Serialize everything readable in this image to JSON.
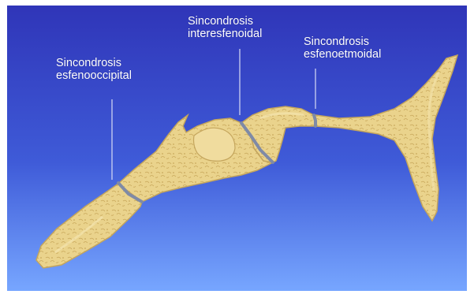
{
  "labels": {
    "esfenooccipital": {
      "line1": "Sincondrosis",
      "line2": "esfenooccipital"
    },
    "interesfenoidal": {
      "line1": "Sincondrosis",
      "line2": "interesfenoidal"
    },
    "esfenoetmoidal": {
      "line1": "Sincondrosis",
      "line2": "esfenoetmoidal"
    }
  },
  "colors": {
    "background_top": "#2f35b8",
    "background_mid": "#3f5bd8",
    "background_bottom": "#6f9fff",
    "bone": "#e8cf86",
    "bone_dark": "#c8a960",
    "bone_light": "#f2e2a8",
    "synchondrosis": "#7f8aa6",
    "leader_line": "#d8dcf5",
    "frame": "#ffffff"
  }
}
